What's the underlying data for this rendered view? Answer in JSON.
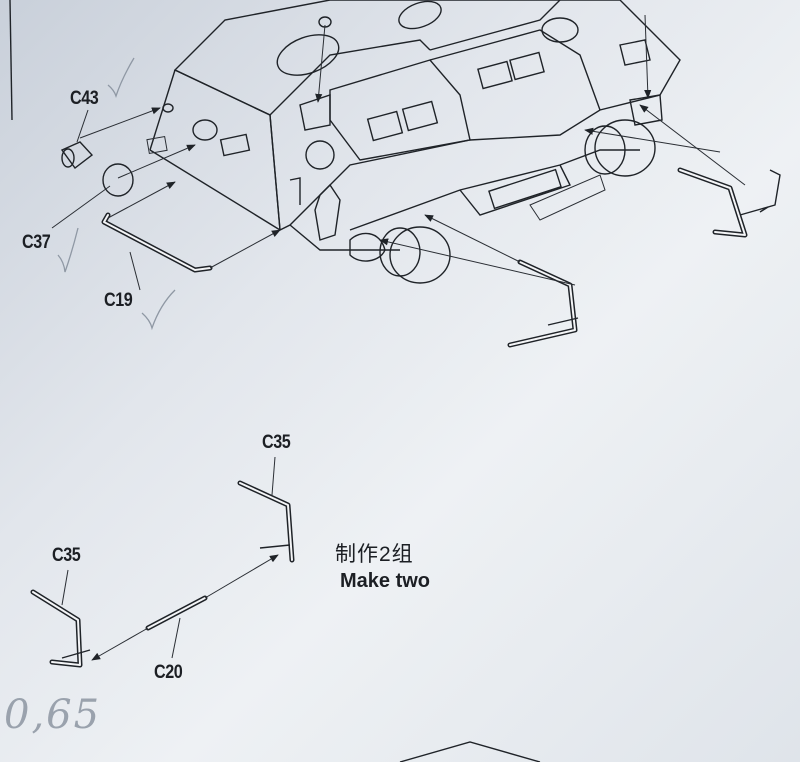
{
  "parts": {
    "c43": "C43",
    "c37": "C37",
    "c19": "C19",
    "c35_top": "C35",
    "c35_left": "C35",
    "c20": "C20"
  },
  "note": {
    "chinese": "制作2组",
    "english": "Make two"
  },
  "handwriting": {
    "scale": "0,65"
  },
  "colors": {
    "paper": "#e2e6ec",
    "ink": "#1f2328",
    "pencil": "#8f98a4"
  }
}
